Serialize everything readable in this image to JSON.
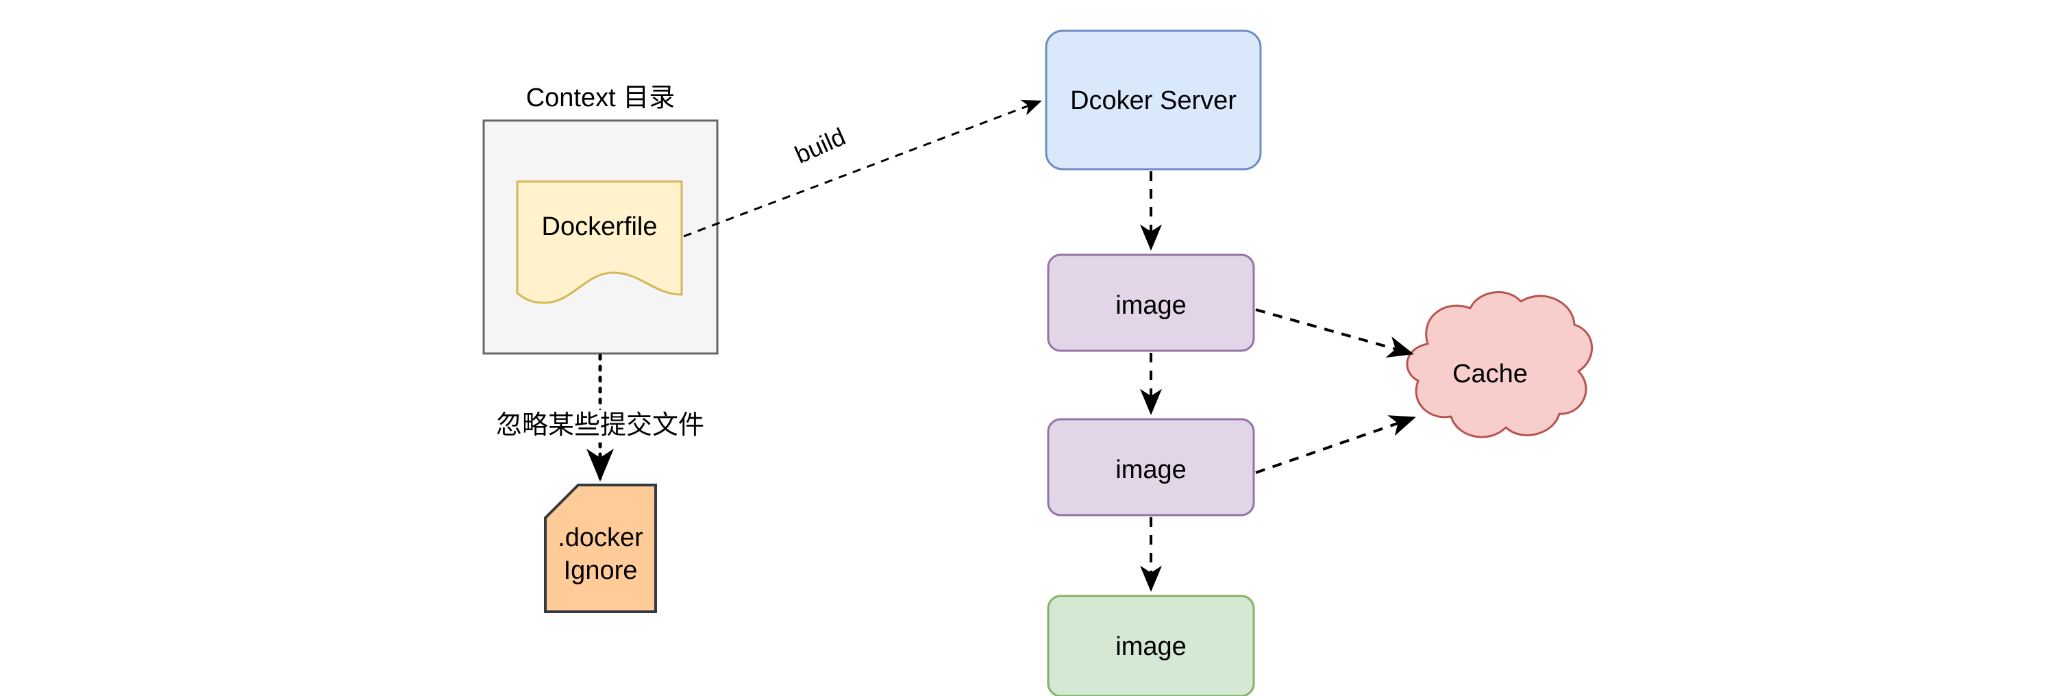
{
  "diagram": {
    "title": "Docker build context flow",
    "background": "#ffffff",
    "nodes": {
      "context_dir": {
        "label": "Context 目录",
        "shape": "rectangle",
        "fill": "#f5f5f5",
        "stroke": "#666666"
      },
      "dockerfile": {
        "label": "Dockerfile",
        "shape": "document",
        "fill": "#fff2cc",
        "stroke": "#d6b656"
      },
      "dockerignore": {
        "label": ".docker\nIgnore",
        "line1": ".docker",
        "line2": "Ignore",
        "shape": "note",
        "fill": "#ffcc99",
        "stroke": "#36393d"
      },
      "docker_server": {
        "label": "Dcoker Server",
        "shape": "rounded-rectangle",
        "fill": "#dae8fc",
        "stroke": "#6c8ebf"
      },
      "image_1": {
        "label": "image",
        "shape": "rounded-rectangle",
        "fill": "#e1d5e7",
        "stroke": "#9673a6"
      },
      "image_2": {
        "label": "image",
        "shape": "rounded-rectangle",
        "fill": "#e1d5e7",
        "stroke": "#9673a6"
      },
      "image_3": {
        "label": "image",
        "shape": "rounded-rectangle",
        "fill": "#d5e8d4",
        "stroke": "#82b366"
      },
      "cache": {
        "label": "Cache",
        "shape": "cloud",
        "fill": "#f8cecc",
        "stroke": "#b85450"
      }
    },
    "edges": {
      "build": {
        "label": "build",
        "from": "dockerfile",
        "to": "docker_server",
        "style": "dashed",
        "stroke": "#000000"
      },
      "ignore": {
        "label": "忽略某些提交文件",
        "from": "context_dir",
        "to": "dockerignore",
        "style": "dotted",
        "stroke": "#000000"
      },
      "server_to_image1": {
        "label": "",
        "from": "docker_server",
        "to": "image_1",
        "style": "dashed",
        "stroke": "#000000"
      },
      "image1_to_image2": {
        "label": "",
        "from": "image_1",
        "to": "image_2",
        "style": "dashed",
        "stroke": "#000000"
      },
      "image2_to_image3": {
        "label": "",
        "from": "image_2",
        "to": "image_3",
        "style": "dashed",
        "stroke": "#000000"
      },
      "image1_to_cache": {
        "label": "",
        "from": "image_1",
        "to": "cache",
        "style": "dashed",
        "stroke": "#000000"
      },
      "image2_to_cache": {
        "label": "",
        "from": "image_2",
        "to": "cache",
        "style": "dashed",
        "stroke": "#000000"
      }
    }
  }
}
